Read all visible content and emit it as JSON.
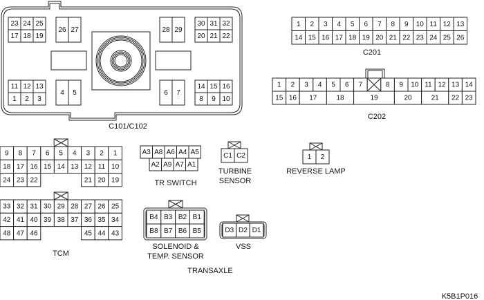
{
  "diagram_id": "K5B1P016",
  "group_label": "TRANSAXLE",
  "connectors": {
    "c101_c102": {
      "label": "C101/C102",
      "blocks": [
        {
          "rows": [
            [
              "23",
              "24",
              "25"
            ],
            [
              "17",
              "18",
              "19"
            ]
          ]
        },
        {
          "rows": [
            [
              "26",
              "27"
            ]
          ]
        },
        {
          "rows": [
            [
              "28",
              "29"
            ]
          ]
        },
        {
          "rows": [
            [
              "30",
              "31",
              "32"
            ],
            [
              "20",
              "21",
              "22"
            ]
          ]
        },
        {
          "rows": [
            [
              "11",
              "12",
              "13"
            ],
            [
              "1",
              "2",
              "3"
            ]
          ]
        },
        {
          "rows": [
            [
              "4",
              "5"
            ]
          ]
        },
        {
          "rows": [
            [
              "6",
              "7"
            ]
          ]
        },
        {
          "rows": [
            [
              "14",
              "15",
              "16"
            ],
            [
              "8",
              "9",
              "10"
            ]
          ]
        }
      ]
    },
    "c201": {
      "label": "C201",
      "rows": [
        [
          "1",
          "2",
          "3",
          "4",
          "5",
          "6",
          "7",
          "8",
          "9",
          "10",
          "11",
          "12",
          "13"
        ],
        [
          "14",
          "15",
          "16",
          "17",
          "18",
          "19",
          "20",
          "21",
          "22",
          "23",
          "24",
          "25",
          "26"
        ]
      ]
    },
    "c202": {
      "label": "C202",
      "top": [
        "1",
        "2",
        "3",
        "4",
        "5",
        "6",
        "7",
        "X",
        "8",
        "9",
        "10",
        "11",
        "12",
        "13",
        "14"
      ],
      "bottom": [
        "15",
        "16",
        "17",
        "18",
        "19",
        "20",
        "21",
        "22",
        "23"
      ]
    },
    "tcm": {
      "label": "TCM",
      "upper": [
        [
          "9",
          "8",
          "7",
          "6",
          "5",
          "4",
          "3",
          "2",
          "1"
        ],
        [
          "18",
          "17",
          "16",
          "15",
          "14",
          "13",
          "12",
          "11",
          "10"
        ],
        [
          "24",
          "23",
          "22",
          "",
          "",
          "",
          "21",
          "20",
          "19"
        ]
      ],
      "lower": [
        [
          "33",
          "32",
          "31",
          "30",
          "29",
          "28",
          "27",
          "26",
          "25"
        ],
        [
          "42",
          "41",
          "40",
          "39",
          "38",
          "37",
          "36",
          "35",
          "34"
        ],
        [
          "48",
          "47",
          "46",
          "",
          "",
          "",
          "45",
          "44",
          "43"
        ]
      ]
    },
    "tr_switch": {
      "label": "TR SWITCH",
      "top": [
        "A3",
        "A8",
        "A6",
        "A4",
        "A5"
      ],
      "bottom": [
        "A2",
        "A9",
        "A7",
        "A1"
      ]
    },
    "turbine_sensor": {
      "label_line1": "TURBINE",
      "label_line2": "SENSOR",
      "pins": [
        "C1",
        "C2"
      ]
    },
    "reverse_lamp": {
      "label": "REVERSE LAMP",
      "pins": [
        "1",
        "2"
      ]
    },
    "solenoid": {
      "label_line1": "SOLENOID &",
      "label_line2": "TEMP. SENSOR",
      "rows": [
        [
          "B4",
          "B3",
          "B2",
          "B1"
        ],
        [
          "B8",
          "B7",
          "B6",
          "B5"
        ]
      ]
    },
    "vss": {
      "label": "VSS",
      "pins": [
        "D3",
        "D2",
        "D1"
      ]
    }
  }
}
